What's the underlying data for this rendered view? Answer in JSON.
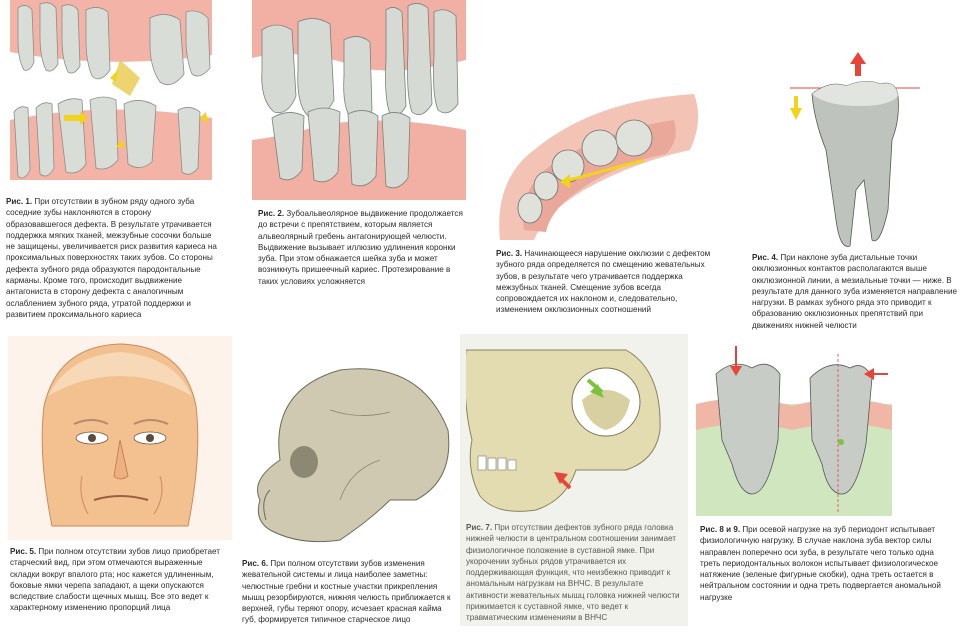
{
  "figures": [
    {
      "label": "Рис. 1.",
      "text": " При отсутствии в зубном ряду одного зуба соседние зубы наклоняются в сторону образовавшегося дефекта. В результате утрачивается поддержка мягких тканей, межзубные сосочки больше не защищены, увеличивается риск развития кариеса на проксимальных поверхностях таких зубов. Со стороны дефекта зубного ряда образуются пародонтальные карманы. Кроме того, происходит выдвижение антагониста в сторону дефекта с аналогичным ослаблением зубного ряда, утратой поддержки и развитием проксимального кариеса"
    },
    {
      "label": "Рис. 2.",
      "text": " Зубоальвеолярное выдвижение продолжается до встречи с препятствием, которым является альвеолярный гребень антагонирующей челюсти. Выдвижение вызывает иллюзию удлинения коронки зуба. При этом обнажается шейка зуба и может возникнуть пришеечный кариес. Протезирование в таких условиях усложняется"
    },
    {
      "label": "Рис. 3.",
      "text": " Начинающееся нарушение окклюзии с дефектом зубного ряда определяется по смещению жевательных зубов, в результате чего утрачивается поддержка межзубных тканей. Смещение зубов всегда сопровождается их наклоном и, следовательно, изменением окклюзионных соотношений"
    },
    {
      "label": "Рис. 4.",
      "text": " При наклоне зуба дистальные точки окклюзионных контактов располагаются выше окклюзионной линии, а мезиальные точки — ниже. В результате для данного зуба изменяется направление нагрузки. В рамках зубного ряда это приводит к образованию окклюзионных препятствий при движениях нижней челюсти"
    },
    {
      "label": "Рис. 5.",
      "text": " При полном отсутствии зубов лицо приобретает старческий вид, при этом отмечаются выраженные складки вокруг впалого рта; нос кажется удлиненным, боковые ямки черепа западают, а щеки опускаются вследствие слабости щечных мышц. Все это ведет к характерному изменению пропорций лица"
    },
    {
      "label": "Рис. 6.",
      "text": " При полном отсутствии зубов изменения жевательной системы и лица наиболее заметны: челюстные гребни и костные участки прикрепления мышц резорбируются, нижняя челюсть приближается к верхней, губы теряют опору, исчезает красная кайма губ, формируется типичное старческое лицо"
    },
    {
      "label": "Рис. 7.",
      "text": " При отсутствии дефектов зубного ряда головка нижней челюсти в центральном соотношении занимает физиологичное положение в суставной ямке. При укорочении зубных рядов утрачивается их поддерживающая функция, что неизбежно приводит к аномальным нагрузкам на ВНЧС. В результате активности жевательных мышц головка нижней челюсти прижимается к суставной ямке, что ведет к травматическим изменениям в ВНЧС"
    },
    {
      "label": "Рис. 8 и 9.",
      "text": " При осевой нагрузке на зуб периодонт испытывает физиологичную нагрузку. В случае наклона зуба вектор силы направлен поперечно оси зуба, в результате чего только одна треть периодонтальных волокон испытывает физиологическое натяжение (зеленые фигурные скобки), одна треть остается в нейтральном состоянии и одна треть подвергается аномальной нагрузке"
    }
  ],
  "colors": {
    "gum": "#f2b6a8",
    "tooth": "#d8dcd6",
    "bone": "#d9d2a4",
    "skin": "#f4c79a",
    "arrow_red": "#e8453a",
    "arrow_yellow": "#f2d21b",
    "arrow_green": "#7bc43a"
  },
  "icons": [
    "teeth-row-illustration",
    "alveolar-illustration",
    "jaw-occlusal-illustration",
    "molar-tilt-illustration",
    "elderly-face-illustration",
    "skull-illustration",
    "tmj-skull-illustration",
    "periodontal-teeth-illustration"
  ]
}
